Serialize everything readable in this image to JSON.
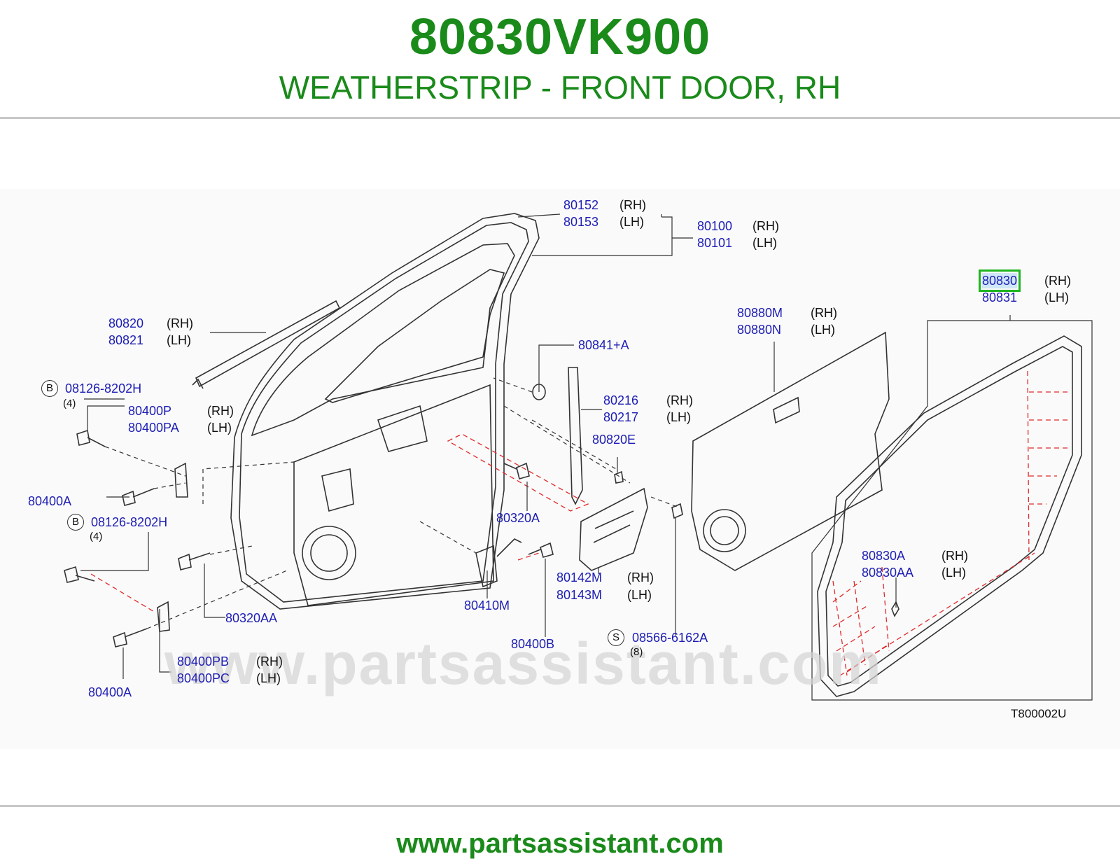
{
  "header": {
    "part_number": "80830VK900",
    "part_name": "WEATHERSTRIP - FRONT DOOR, RH"
  },
  "footer": {
    "site": "www.partsassistant.com"
  },
  "watermark": "www.partsassistant.com",
  "ref_code": "T800002U",
  "colors": {
    "brand_green": "#1a8a1a",
    "label_blue": "#1d1db5",
    "highlight": "#1fb51f"
  },
  "labels": {
    "p80152": "80152",
    "p80153": "80153",
    "p80100": "80100",
    "p80101": "80101",
    "p80830": "80830",
    "p80831": "80831",
    "p80880M": "80880M",
    "p80880N": "80880N",
    "p80820": "80820",
    "p80821": "80821",
    "p80841A": "80841+A",
    "p08126a": "08126-8202H",
    "p08126b": "08126-8202H",
    "p80400P": "80400P",
    "p80400PA": "80400PA",
    "p80216": "80216",
    "p80217": "80217",
    "p80820E": "80820E",
    "p80400A1": "80400A",
    "p80400A2": "80400A",
    "p80320A": "80320A",
    "p80320AA": "80320AA",
    "p80830A": "80830A",
    "p80830AA": "80830AA",
    "p80142M": "80142M",
    "p80143M": "80143M",
    "p80410M": "80410M",
    "p80400B": "80400B",
    "p08566": "08566-6162A",
    "p80400PB": "80400PB",
    "p80400PC": "80400PC"
  },
  "sides": {
    "rh": "(RH)",
    "lh": "(LH)"
  },
  "qty": {
    "q4": "(4)",
    "q8": "(8)"
  },
  "markers": {
    "b": "B",
    "s": "S"
  }
}
